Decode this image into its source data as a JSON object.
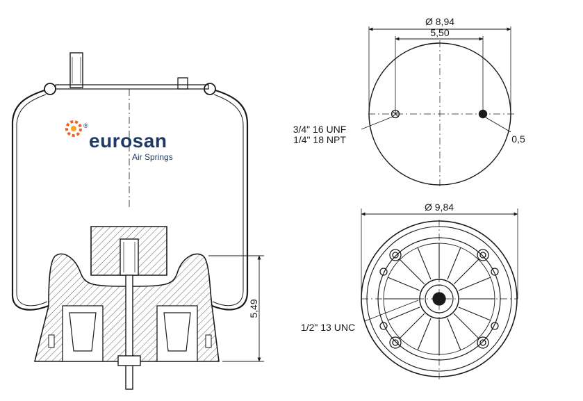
{
  "brand": {
    "name": "eurosan",
    "tagline": "Air Springs",
    "registered_mark": "®",
    "colors": {
      "primary": "#1f3864",
      "accent": "#e8652a",
      "accent_light": "#f5a623"
    }
  },
  "side_view": {
    "height_dimension": "5,49"
  },
  "top_view": {
    "outer_diameter": "Ø 8,94",
    "bolt_spacing": "5,50",
    "port_thread_1": "3/4\" 16 UNF",
    "port_thread_2": "1/4\" 18 NPT",
    "stud_size": "0,5"
  },
  "bottom_view": {
    "outer_diameter": "Ø 9,84",
    "stud_thread": "1/2\" 13 UNC"
  },
  "colors": {
    "line": "#1a1a1a",
    "background": "#ffffff"
  }
}
